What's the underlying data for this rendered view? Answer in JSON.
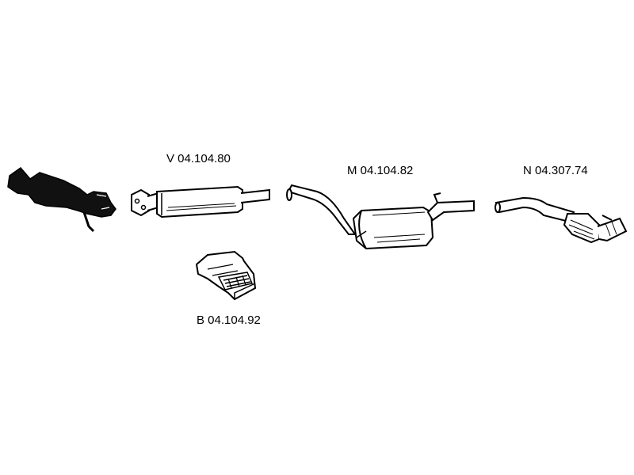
{
  "diagram": {
    "parts": [
      {
        "id": "catalyst",
        "label": ""
      },
      {
        "id": "front_silencer",
        "label": "V 04.104.80"
      },
      {
        "id": "mounting_kit",
        "label": "B 04.104.92"
      },
      {
        "id": "middle_silencer",
        "label": "M 04.104.82"
      },
      {
        "id": "rear_pipe",
        "label": "N 04.307.74"
      }
    ],
    "colors": {
      "line": "#000000",
      "fill_light": "#ffffff",
      "fill_dark": "#111111"
    }
  }
}
